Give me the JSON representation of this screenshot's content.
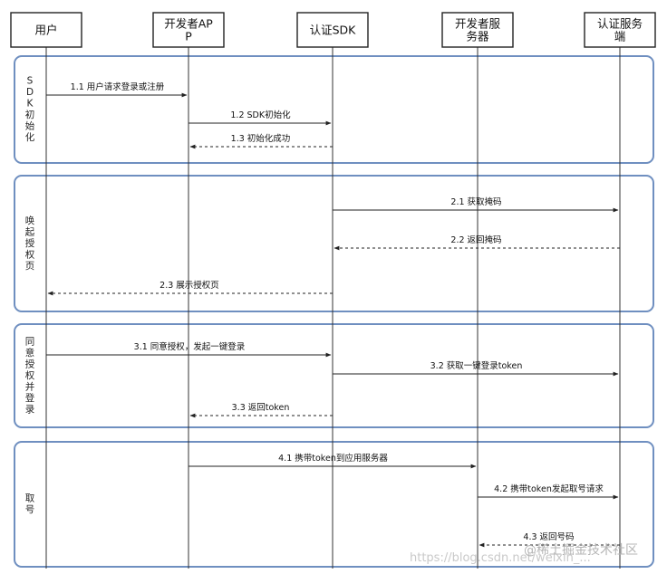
{
  "actors": [
    {
      "id": "user",
      "lines": [
        "用户"
      ]
    },
    {
      "id": "app",
      "lines": [
        "开发者AP",
        "P"
      ]
    },
    {
      "id": "sdk",
      "lines": [
        "认证SDK"
      ]
    },
    {
      "id": "server",
      "lines": [
        "开发者服",
        "务器"
      ]
    },
    {
      "id": "auth",
      "lines": [
        "认证服务",
        "端"
      ]
    }
  ],
  "phases": [
    {
      "id": "sdk-init",
      "label": "SDK初始化"
    },
    {
      "id": "auth-page",
      "label": "唤起授权页"
    },
    {
      "id": "agree-login",
      "label": "同意授权并登录"
    },
    {
      "id": "get-number",
      "label": "取号"
    }
  ],
  "messages": [
    {
      "id": "m1-1",
      "label": "1.1 用户请求登录或注册",
      "from": "user",
      "to": "app",
      "style": "solid"
    },
    {
      "id": "m1-2",
      "label": "1.2 SDK初始化",
      "from": "app",
      "to": "sdk",
      "style": "solid"
    },
    {
      "id": "m1-3",
      "label": "1.3 初始化成功",
      "from": "sdk",
      "to": "app",
      "style": "dashed"
    },
    {
      "id": "m2-1",
      "label": "2.1 获取掩码",
      "from": "sdk",
      "to": "auth",
      "style": "solid"
    },
    {
      "id": "m2-2",
      "label": "2.2 返回掩码",
      "from": "auth",
      "to": "sdk",
      "style": "dashed"
    },
    {
      "id": "m2-3",
      "label": "2.3 展示授权页",
      "from": "sdk",
      "to": "user",
      "style": "dashed"
    },
    {
      "id": "m3-1",
      "label": "3.1 同意授权，发起一键登录",
      "from": "user",
      "to": "sdk",
      "style": "solid"
    },
    {
      "id": "m3-2",
      "label": "3.2 获取一键登录token",
      "from": "sdk",
      "to": "auth",
      "style": "solid"
    },
    {
      "id": "m3-3",
      "label": "3.3 返回token",
      "from": "sdk",
      "to": "app",
      "style": "dashed"
    },
    {
      "id": "m4-1",
      "label": "4.1 携带token到应用服务器",
      "from": "app",
      "to": "server",
      "style": "solid"
    },
    {
      "id": "m4-2",
      "label": "4.2 携带token发起取号请求",
      "from": "server",
      "to": "auth",
      "style": "solid"
    },
    {
      "id": "m4-3",
      "label": "4.3 返回号码",
      "from": "auth",
      "to": "server",
      "style": "dashed"
    }
  ],
  "watermark": {
    "url_text": "https://blog.csdn.net/weixin_...",
    "community_text": "@稀土掘金技术社区"
  }
}
